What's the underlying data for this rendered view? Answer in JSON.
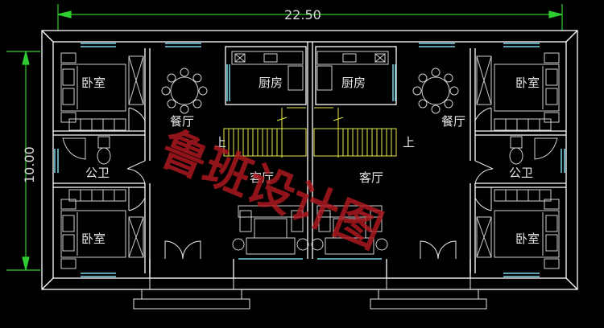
{
  "dimensions": {
    "width": "22.50",
    "height": "10.00"
  },
  "rooms": {
    "bedroom": "卧室",
    "kitchen": "厨房",
    "dining": "餐厅",
    "bathroom": "公卫",
    "living": "客厅",
    "stairs_up": "上"
  },
  "watermark": "鲁班设计图",
  "colors": {
    "wall": "#ffffff",
    "window": "#7fd6e8",
    "dimension": "#2ecc2e",
    "stairs": "#e8e84a",
    "door": "#e8e8e8",
    "furniture": "#cfcfcf",
    "watermark": "#b0181e"
  }
}
